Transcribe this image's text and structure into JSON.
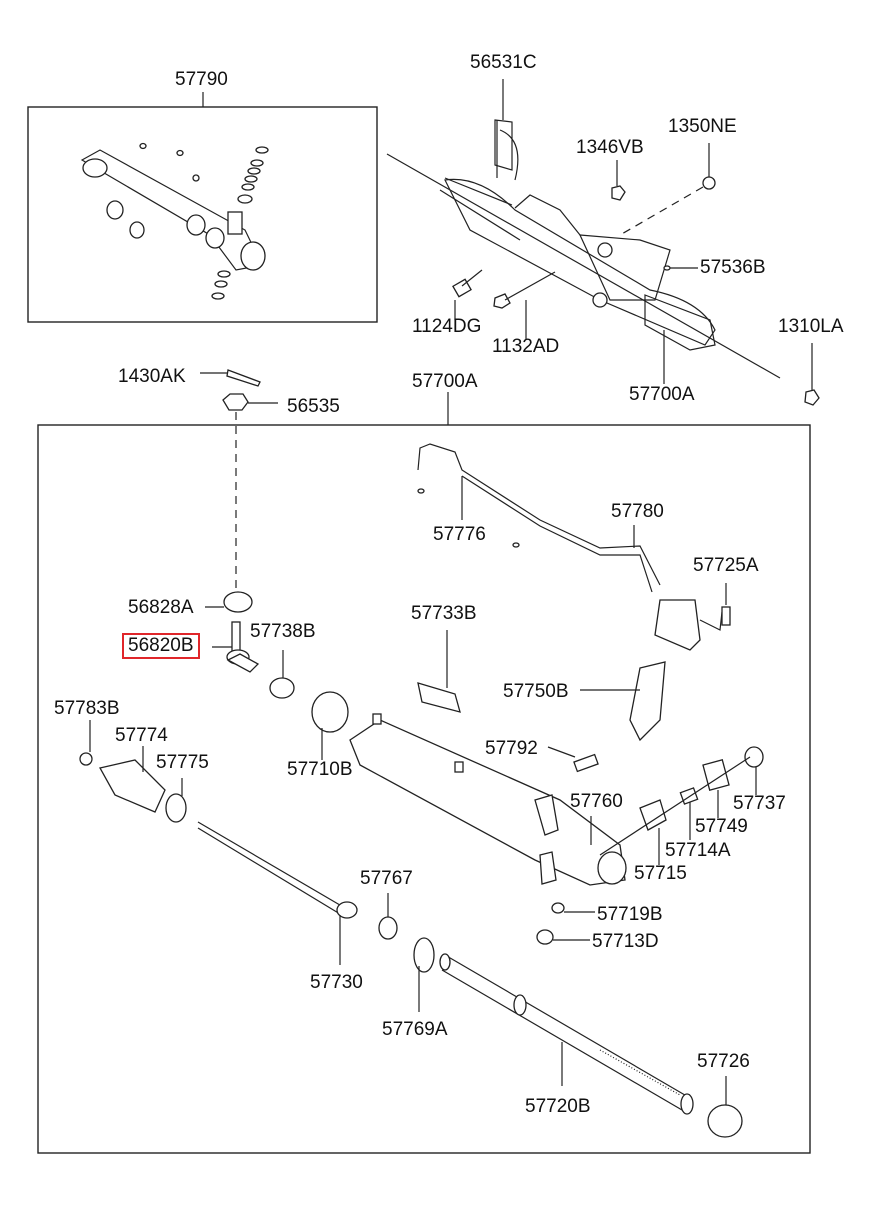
{
  "diagram": {
    "title": "Power Steering Gear Box Assembly",
    "highlight_color": "#e0262a",
    "highlighted_part": "56820B",
    "groups": [
      {
        "id": "57790",
        "label": "57790"
      },
      {
        "id": "57700A-box",
        "label": "57700A"
      }
    ],
    "labels": {
      "p57790": "57790",
      "p56531C": "56531C",
      "p1346VB": "1346VB",
      "p1350NE": "1350NE",
      "p57536B": "57536B",
      "p1124DG": "1124DG",
      "p1132AD": "1132AD",
      "p1310LA": "1310LA",
      "p57700A_top": "57700A",
      "p1430AK": "1430AK",
      "p56535": "56535",
      "p57700A_box": "57700A",
      "p57776": "57776",
      "p57780": "57780",
      "p57725A": "57725A",
      "p56828A": "56828A",
      "p56820B": "56820B",
      "p57738B": "57738B",
      "p57733B": "57733B",
      "p57750B": "57750B",
      "p57783B": "57783B",
      "p57774": "57774",
      "p57775": "57775",
      "p57710B": "57710B",
      "p57792": "57792",
      "p57760": "57760",
      "p57737": "57737",
      "p57749": "57749",
      "p57714A": "57714A",
      "p57715": "57715",
      "p57767": "57767",
      "p57719B": "57719B",
      "p57713D": "57713D",
      "p57730": "57730",
      "p57769A": "57769A",
      "p57726": "57726",
      "p57720B": "57720B"
    }
  }
}
